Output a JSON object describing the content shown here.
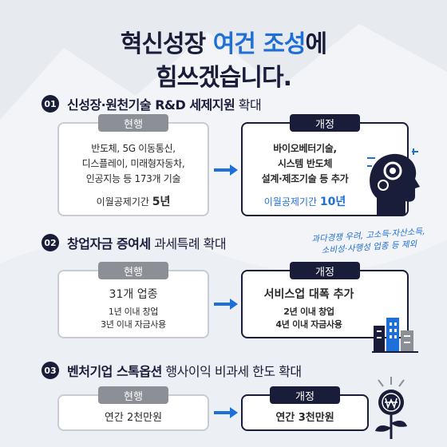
{
  "title": {
    "line1_a": "혁신성장 ",
    "line1_b": "여건 조성",
    "line1_c": "에",
    "line2": "힘쓰겠습니다."
  },
  "sections": [
    {
      "num": "01",
      "title_bold": "신성장·원천기술 R&D 세제지원",
      "title_rest": " 확대",
      "old_tag": "현행",
      "new_tag": "개정",
      "old_lines": [
        "반도체, 5G 이동통신,",
        "디스플레이, 미래형자동차,",
        "인공지능 등 173개 기술"
      ],
      "old_period_label": "이월공제기간 ",
      "old_period_value": "5년",
      "new_lines": [
        "바이오베터기술,",
        "시스템 반도체",
        "설계·제조기술 등 추가"
      ],
      "new_period_label": "이월공제기간 ",
      "new_period_value": "10년"
    },
    {
      "num": "02",
      "title_bold": "창업자금 증여세",
      "title_rest": " 과세특례 확대",
      "old_tag": "현행",
      "new_tag": "개정",
      "old_main": "31개 업종",
      "old_lines": [
        "1년 이내 창업",
        "3년 이내 자금사용"
      ],
      "new_main": "서비스업 대폭 추가",
      "new_lines": [
        "2년 이내 창업",
        "4년 이내 자금사용"
      ],
      "note_lines": [
        "과다경쟁 우려, 고소득·자산소득,",
        "소비성·사행성 업종 등 제외"
      ]
    },
    {
      "num": "03",
      "title_bold": "벤처기업 스톡옵션",
      "title_rest": " 행사이익 비과세 한도 확대",
      "old_tag": "현행",
      "new_tag": "개정",
      "old_main": "연간 2천만원",
      "new_main": "연간 3천만원"
    }
  ],
  "icons": [
    "head-gear-icon",
    "buildings-icon",
    "won-coin-plant-icon",
    "arrow-right-icon"
  ],
  "colors": {
    "navy": "#1a1d3a",
    "blue": "#1f6fd8",
    "gray": "#8c8f96",
    "bg": "#f2f4f7"
  }
}
